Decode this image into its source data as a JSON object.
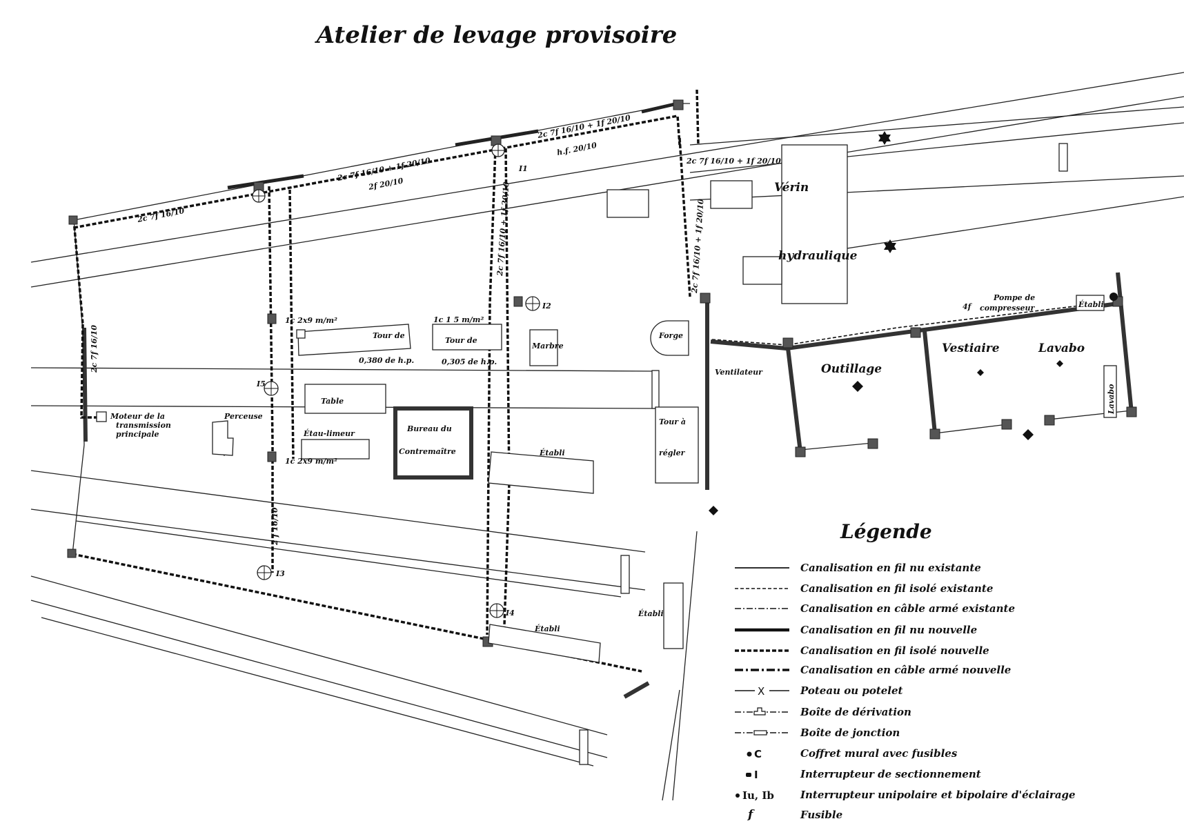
{
  "title": "Atelier de levage provisoire",
  "rooms": {
    "verin": "Vérin",
    "hydraulique": "hydraulique",
    "forge": "Forge",
    "ventilateur": "Ventilateur",
    "outillage": "Outillage",
    "vestiaire": "Vestiaire",
    "lavabo": "Lavabo",
    "lavabo_side": "Lavabo",
    "pompe": "Pompe de",
    "compresseur": "compresseur",
    "etabli_right": "Établi",
    "tour_a": "Tour à",
    "regler": "régler",
    "marbre": "Marbre",
    "tour1": "Tour de",
    "tour1_power": "0,380 de h.p.",
    "tour2": "Tour de",
    "tour2_power": "0,305 de h.p.",
    "table": "Table",
    "etau": "Étau-limeur",
    "perceuse": "Perceuse",
    "moteur1": "Moteur de la",
    "moteur2": "transmission",
    "moteur3": "principale",
    "bureau1": "Bureau du",
    "bureau2": "Contremaître",
    "etabli_mid": "Établi",
    "etabli_low": "Établi",
    "etabli_side": "Établi"
  },
  "annotations": {
    "a1": "2c 7f 16/10",
    "a2": "2c 7f 16/10 + 1f 20/10",
    "a3": "2f 20/10",
    "a4": "2c 7f 16/10 + 1f 20/10",
    "a5": "h.f. 20/10",
    "a6": "2c 7f 16/10 + 1f 20/10",
    "a7": "1c 2x9 m/m²",
    "a8": "1c 2x9 m/m²",
    "a9": "1c 1 5 m/m²",
    "a10": "2c 7f 16/10",
    "a11": "2 f 16/10",
    "a12": "2c 7f 16/10 + 1f 20/10",
    "a13": "2c 7f 16/10 + 1f 20/10",
    "a14": "4f",
    "sw1": "I1",
    "sw2": "I2",
    "sw3": "I3",
    "sw4": "I4",
    "sw5": "I5"
  },
  "legend": {
    "title": "Légende",
    "items": [
      {
        "symbol": "",
        "label": "Canalisation en fil nu existante"
      },
      {
        "symbol": "",
        "label": "Canalisation en fil isolé existante"
      },
      {
        "symbol": "",
        "label": "Canalisation en câble armé existante"
      },
      {
        "symbol": "",
        "label": "Canalisation en fil nu nouvelle"
      },
      {
        "symbol": "",
        "label": "Canalisation en fil isolé nouvelle"
      },
      {
        "symbol": "",
        "label": "Canalisation en câble armé nouvelle"
      },
      {
        "symbol": "X",
        "label": "Poteau ou potelet"
      },
      {
        "symbol": "",
        "label": "Boîte de dérivation"
      },
      {
        "symbol": "",
        "label": "Boîte de jonction"
      },
      {
        "symbol": "C",
        "label": "Coffret mural avec fusibles"
      },
      {
        "symbol": "I",
        "label": "Interrupteur de sectionnement"
      },
      {
        "symbol": "Iu, Ib",
        "label": "Interrupteur unipolaire et bipolaire d'éclairage"
      },
      {
        "symbol": "f",
        "label": "Fusible"
      }
    ]
  }
}
